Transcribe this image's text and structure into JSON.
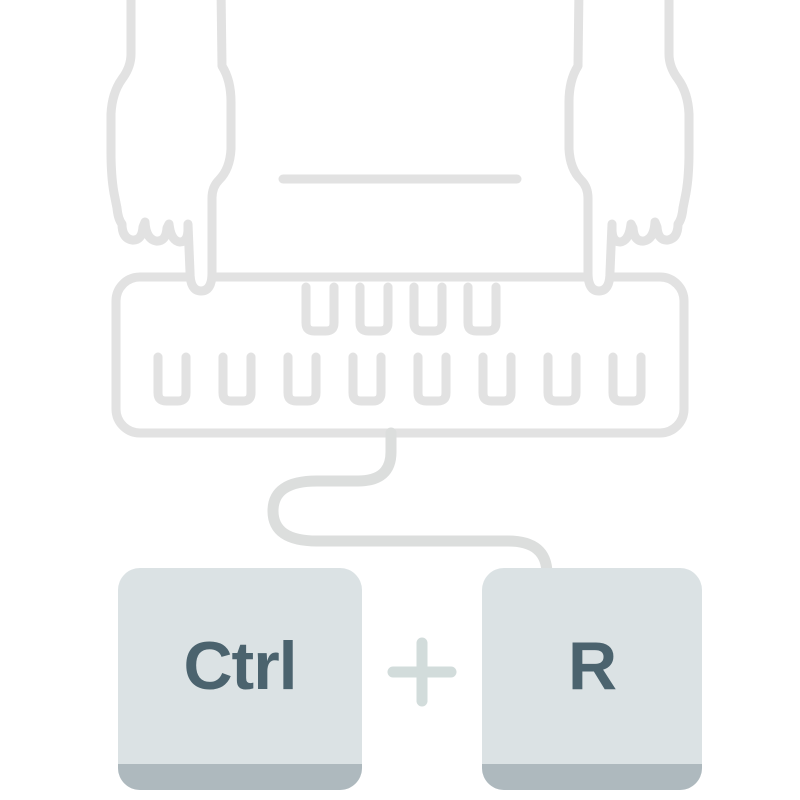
{
  "page": {
    "background": "#ffffff"
  },
  "illustration": {
    "icons": [
      "left-hand-icon",
      "right-hand-icon",
      "keyboard-icon",
      "divider-line",
      "cable-icon",
      "plus-icon"
    ]
  },
  "shortcut": {
    "keys": [
      {
        "id": "ctrl",
        "label": "Ctrl"
      },
      {
        "id": "r",
        "label": "R"
      }
    ],
    "separator": "+"
  },
  "colors": {
    "outline": "#e2e2e2",
    "cable": "#dcdedd",
    "keycap_fill": "#dbe2e4",
    "keycap_base": "#aeb9be",
    "key_text": "#4b636e",
    "plus": "#d2dcdb"
  }
}
